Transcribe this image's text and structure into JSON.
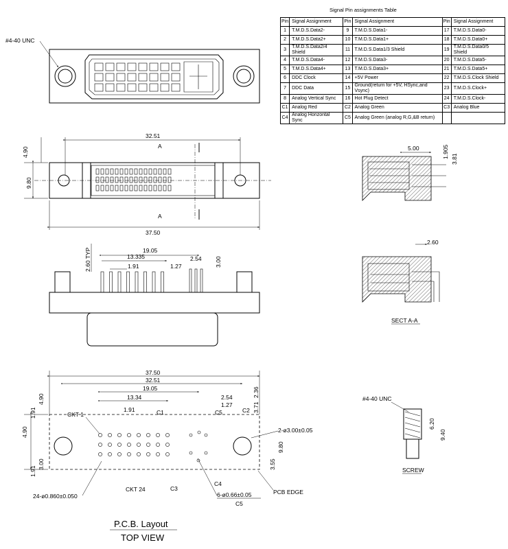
{
  "table": {
    "title": "Signal Pin assignments Table",
    "headers": [
      "Pin",
      "Signal Assignment",
      "Pin",
      "Signal Assignment",
      "Pin",
      "Signal Assignment"
    ],
    "rows": [
      [
        "1",
        "T.M.D.S.Data2-",
        "9",
        "T.M.D.S.Data1-",
        "17",
        "T.M.D.S.Data0-"
      ],
      [
        "2",
        "T.M.D.S.Data2+",
        "10",
        "T.M.D.S.Data1+",
        "18",
        "T.M.D.S.Data0+"
      ],
      [
        "3",
        "T.M.D.S.Data2/4 Shield",
        "11",
        "T.M.D.S.Data1/3 Shield",
        "19",
        "T.M.D.S.Data0/5 Shield"
      ],
      [
        "4",
        "T.M.D.S.Data4-",
        "12",
        "T.M.D.S.Data3-",
        "20",
        "T.M.D.S.Data5-"
      ],
      [
        "5",
        "T.M.D.S.Data4+",
        "13",
        "T.M.D.S.Data3+",
        "21",
        "T.M.D.S.Data5+"
      ],
      [
        "6",
        "DDC Clock",
        "14",
        "+5V Power",
        "22",
        "T.M.D.S.Clock Shield"
      ],
      [
        "7",
        "DDC Data",
        "15",
        "Ground(return for +5V, HSync,and Vsync)",
        "23",
        "T.M.D.S.Clock+"
      ],
      [
        "8",
        "Analog Vertical Sync",
        "16",
        "Hot Plug Detect",
        "24",
        "T.M.D.S.Clock-"
      ],
      [
        "C1",
        "Analog Red",
        "C2",
        "Analog Green",
        "C3",
        "Analog Blue"
      ],
      [
        "C4",
        "Analog Horizontal Sync",
        "C5",
        "Analog Green (analog R,G,&B return)",
        "",
        ""
      ]
    ]
  },
  "front": {
    "thread": "#4-40 UNC"
  },
  "top": {
    "w1": "32.51",
    "w2": "37.50",
    "h1": "4.90",
    "h2": "9.80",
    "sec": "A"
  },
  "side": {
    "d1": "19.05",
    "d2": "13.335",
    "d3": "1.91",
    "d4": "1.27",
    "d5": "2.54",
    "d6": "2.60 TYP",
    "d7": "3.00"
  },
  "pcb": {
    "d1": "37.50",
    "d2": "32.51",
    "d3": "19.05",
    "d4": "13.34",
    "d5": "2.54",
    "d6": "1.27",
    "d7": "1.91",
    "v1": "2.36",
    "v2": "3.71",
    "h1": "4.90",
    "h2": "1.91",
    "h3": "4.90",
    "h4": "3.00",
    "h5": "1.91",
    "h6": "9.80",
    "h7": "3.55",
    "ckt1": "CKT 1",
    "ckt24": "CKT 24",
    "c1": "C1",
    "c2": "C2",
    "c3": "C3",
    "c4": "C4",
    "c5": "C5",
    "c5b": "C5",
    "hole1": "2-ø3.00±0.05",
    "hole2": "24-ø0.860±0.050",
    "hole3": "6-ø0.66±0.05",
    "edge": "PCB EDGE",
    "title": "P.C.B. Layout",
    "subtitle": "TOP VIEW"
  },
  "section": {
    "d1": "5.00",
    "d2": "1.905",
    "d3": "3.81",
    "d4": "2.60",
    "label": "SECT A-A"
  },
  "screw": {
    "thread": "#4-40 UNC",
    "d1": "6.20",
    "d2": "9.40",
    "label": "SCREW"
  }
}
